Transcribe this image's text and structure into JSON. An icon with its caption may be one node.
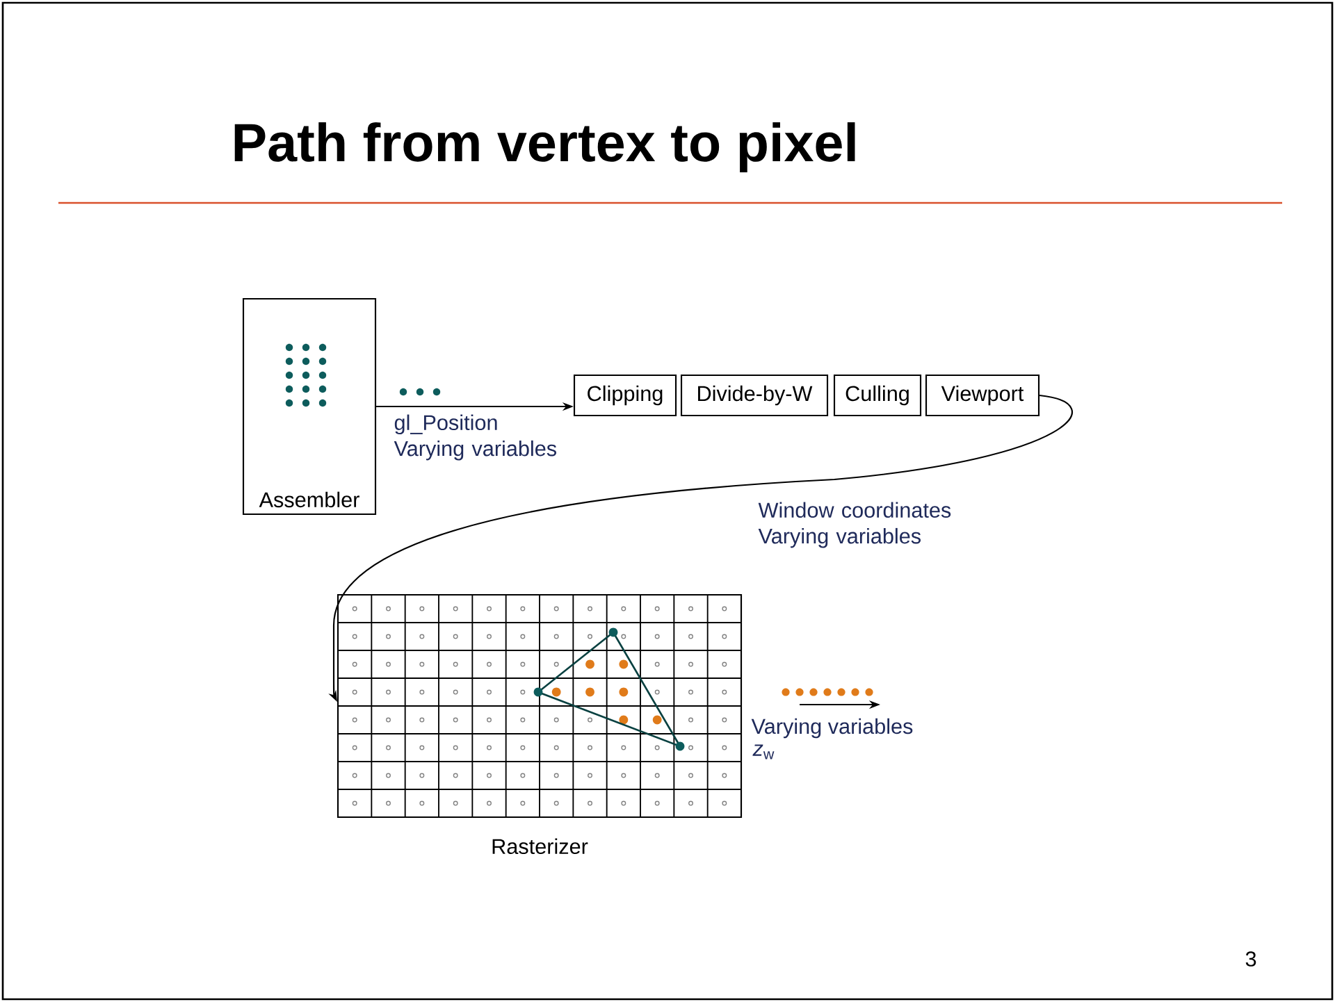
{
  "diagram": {
    "title": "Path from vertex to pixel",
    "nodes": [
      {
        "text": [
          "Assembler"
        ]
      },
      {
        "text": [
          "Clipping"
        ]
      },
      {
        "text": [
          "Divide-by-W"
        ]
      },
      {
        "text": [
          "Culling"
        ]
      },
      {
        "text": [
          "Viewport"
        ]
      },
      {
        "text": [
          "Rasterizer"
        ]
      }
    ],
    "edges": [
      {
        "from": 0,
        "to": 1,
        "arrow": "to",
        "label": "gl_Position Varying variables"
      },
      {
        "from": 4,
        "to": 5,
        "arrow": "to",
        "label": "Window coordinates Varying variables"
      }
    ],
    "labels": [
      "Varying variables",
      "*z*$_{w}$",
      "3"
    ]
  }
}
